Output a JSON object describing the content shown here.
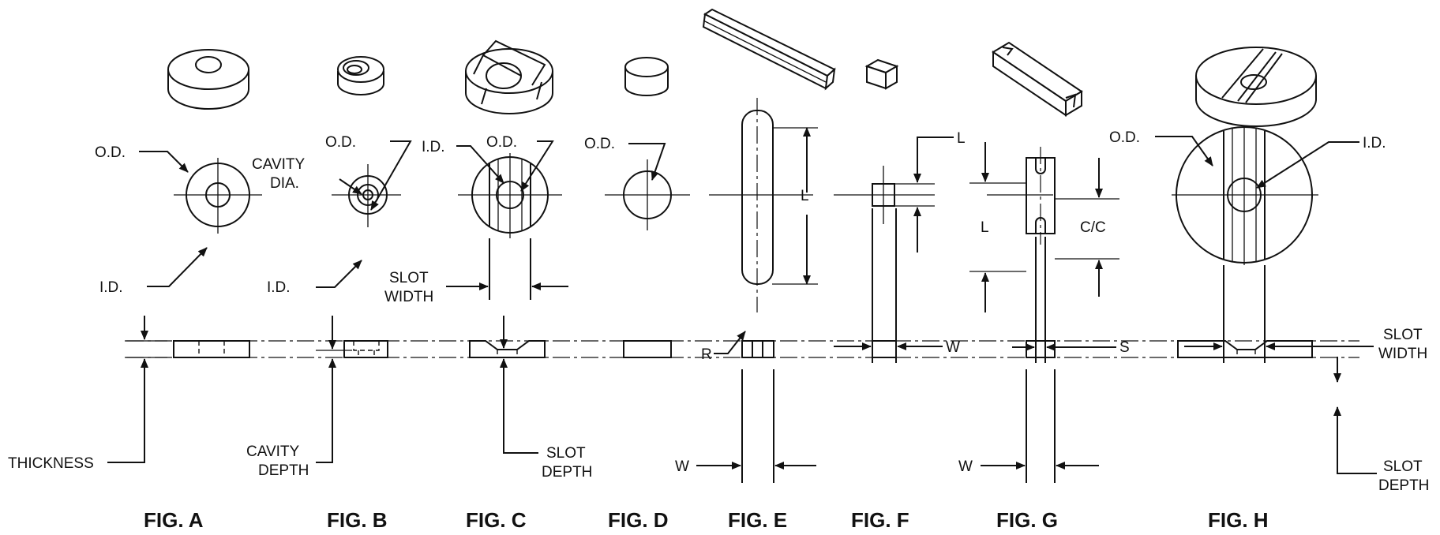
{
  "labels": {
    "od": "O.D.",
    "id": "I.D.",
    "cavity_dia_1": "CAVITY",
    "cavity_dia_2": "DIA.",
    "slot_width_1": "SLOT",
    "slot_width_2": "WIDTH",
    "l": "L",
    "r": "R",
    "w": "W",
    "s": "S",
    "cc": "C/C",
    "thickness": "THICKNESS",
    "cavity_depth_1": "CAVITY",
    "cavity_depth_2": "DEPTH",
    "slot_depth_1": "SLOT",
    "slot_depth_2": "DEPTH"
  },
  "figures": [
    {
      "id": "a",
      "label": "FIG. A"
    },
    {
      "id": "b",
      "label": "FIG. B"
    },
    {
      "id": "c",
      "label": "FIG. C"
    },
    {
      "id": "d",
      "label": "FIG. D"
    },
    {
      "id": "e",
      "label": "FIG. E"
    },
    {
      "id": "f",
      "label": "FIG. F"
    },
    {
      "id": "g",
      "label": "FIG. G"
    },
    {
      "id": "h",
      "label": "FIG. H"
    }
  ]
}
